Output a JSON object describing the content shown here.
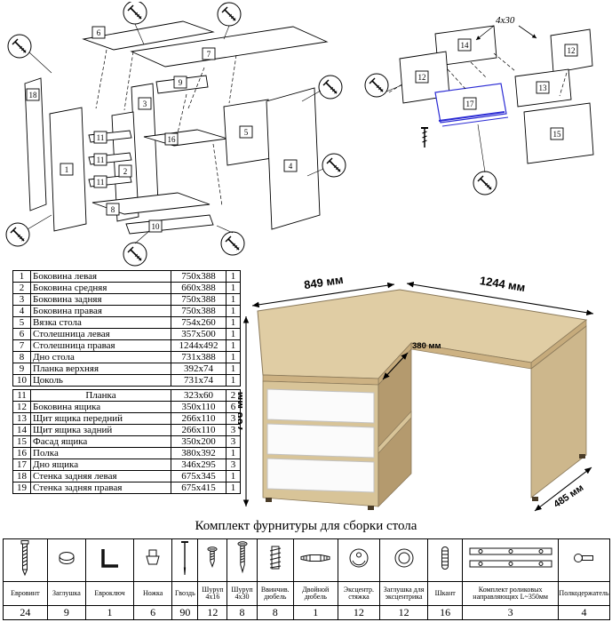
{
  "diagram_left": {
    "labels": [
      "6",
      "7",
      "18",
      "1",
      "3",
      "9",
      "2",
      "16",
      "11",
      "11",
      "11",
      "8",
      "10",
      "5",
      "4"
    ]
  },
  "diagram_right": {
    "size_note": "4х30",
    "labels": [
      "14",
      "12",
      "12",
      "13",
      "17",
      "15"
    ]
  },
  "desk": {
    "dim_left": "849 мм",
    "dim_width": "1244 мм",
    "dim_height": "766 мм",
    "dim_shelf": "380 мм",
    "dim_depth": "485 мм"
  },
  "parts_table": {
    "rows": [
      {
        "num": "1",
        "name": "Боковина левая",
        "size": "750x388",
        "qty": "1"
      },
      {
        "num": "2",
        "name": "Боковина средняя",
        "size": "660x388",
        "qty": "1"
      },
      {
        "num": "3",
        "name": "Боковина задняя",
        "size": "750x388",
        "qty": "1"
      },
      {
        "num": "4",
        "name": "Боковина правая",
        "size": "750x388",
        "qty": "1"
      },
      {
        "num": "5",
        "name": "Вязка стола",
        "size": "754x260",
        "qty": "1"
      },
      {
        "num": "6",
        "name": "Столешница левая",
        "size": "357x500",
        "qty": "1"
      },
      {
        "num": "7",
        "name": "Столешница правая",
        "size": "1244x492",
        "qty": "1"
      },
      {
        "num": "8",
        "name": "Дно стола",
        "size": "731x388",
        "qty": "1"
      },
      {
        "num": "9",
        "name": "Планка верхняя",
        "size": "392x74",
        "qty": "1"
      },
      {
        "num": "10",
        "name": "Цоколь",
        "size": "731x74",
        "qty": "1"
      },
      {
        "num": "11",
        "name": "Планка",
        "size": "323x60",
        "qty": "2"
      },
      {
        "num": "12",
        "name": "Боковина ящика",
        "size": "350x110",
        "qty": "6"
      },
      {
        "num": "13",
        "name": "Щит ящика передний",
        "size": "266x110",
        "qty": "3"
      },
      {
        "num": "14",
        "name": "Щит ящика задний",
        "size": "266x110",
        "qty": "3"
      },
      {
        "num": "15",
        "name": "Фасад ящика",
        "size": "350x200",
        "qty": "3"
      },
      {
        "num": "16",
        "name": "Полка",
        "size": "380x392",
        "qty": "1"
      },
      {
        "num": "17",
        "name": "Дно ящика",
        "size": "346x295",
        "qty": "3"
      },
      {
        "num": "18",
        "name": "Стенка задняя левая",
        "size": "675x345",
        "qty": "1"
      },
      {
        "num": "19",
        "name": "Стенка задняя правая",
        "size": "675x415",
        "qty": "1"
      }
    ]
  },
  "hardware": {
    "title": "Комплект фурнитуры для сборки стола",
    "items": [
      {
        "name": "Евровинт",
        "qty": "24",
        "icon": "euro-screw"
      },
      {
        "name": "Заглушка",
        "qty": "9",
        "icon": "cap"
      },
      {
        "name": "Евроключ",
        "qty": "1",
        "icon": "hex-key"
      },
      {
        "name": "Ножка",
        "qty": "6",
        "icon": "foot"
      },
      {
        "name": "Гвоздь",
        "qty": "90",
        "icon": "nail"
      },
      {
        "name": "Шуруп 4х16",
        "qty": "12",
        "icon": "screw-small"
      },
      {
        "name": "Шуруп 4х30",
        "qty": "8",
        "icon": "screw-large"
      },
      {
        "name": "Ввинчив. дюбель",
        "qty": "8",
        "icon": "threaded-dowel"
      },
      {
        "name": "Двойной дюбель",
        "qty": "1",
        "icon": "double-dowel"
      },
      {
        "name": "Эксцентр. стяжка",
        "qty": "12",
        "icon": "cam-lock"
      },
      {
        "name": "Заглушка для эксцентрика",
        "qty": "12",
        "icon": "cam-cap"
      },
      {
        "name": "Шкант",
        "qty": "16",
        "icon": "wood-dowel"
      },
      {
        "name": "Комплект роликовых направляющих L~350мм",
        "qty": "3",
        "icon": "drawer-slides"
      },
      {
        "name": "Полкодержатель",
        "qty": "4",
        "icon": "shelf-pin"
      }
    ]
  }
}
